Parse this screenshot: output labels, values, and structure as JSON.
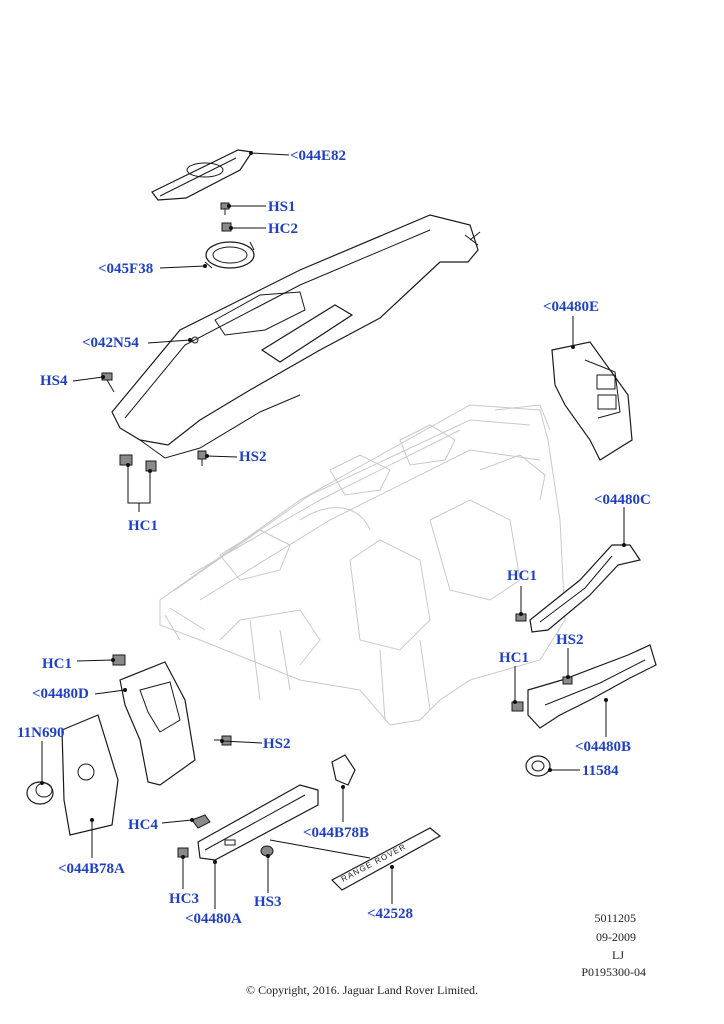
{
  "labels": {
    "p044E82": "<044E82",
    "hs1": "HS1",
    "hc2": "HC2",
    "p045F38": "<045F38",
    "p042N54": "<042N54",
    "hs4": "HS4",
    "hs2_top": "HS2",
    "hc1_top": "HC1",
    "p04480E": "<04480E",
    "p04480C": "<04480C",
    "hc1_right_a": "HC1",
    "hs2_right": "HS2",
    "hc1_right_b": "HC1",
    "p04480B": "<04480B",
    "p11584": "11584",
    "hc1_left": "HC1",
    "p04480D": "<04480D",
    "p11N690": "11N690",
    "hs2_left": "HS2",
    "p044B78A": "<044B78A",
    "hc4": "HC4",
    "p044B78B": "<044B78B",
    "hc3": "HC3",
    "hs3": "HS3",
    "p04480A": "<04480A",
    "p42528": "<42528"
  },
  "badge_text": "RANGE ROVER",
  "meta": {
    "code": "5011205",
    "date": "09-2009",
    "initials": "LJ",
    "ref": "P0195300-04"
  },
  "copyright": "© Copyright, 2016. Jaguar Land Rover Limited.",
  "colors": {
    "label": "#1f3fc4",
    "line": "#1a1a1a",
    "faint": "#c9c9c9"
  }
}
